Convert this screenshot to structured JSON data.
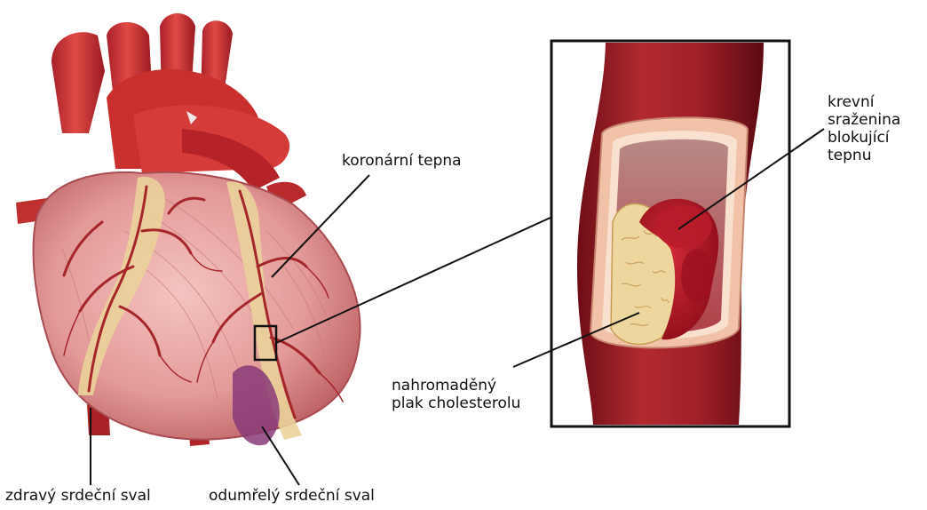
{
  "labels": {
    "coronary_artery": "koronární tepna",
    "blood_clot": "krevní\nsraženina\nblokující\ntepnu",
    "plaque": "nahromaděný\nplak cholesterolu",
    "healthy_muscle": "zdravý srdeční sval",
    "dead_muscle": "odumřelý srdeční sval"
  },
  "colors": {
    "heart_base": "#e5a0a0",
    "aorta_red": "#c8322f",
    "artery_wall": "#8e1a22",
    "clot": "#a81020",
    "plaque": "#efd9a0",
    "dead_tissue": "#8a3b78",
    "frame": "#111111"
  }
}
